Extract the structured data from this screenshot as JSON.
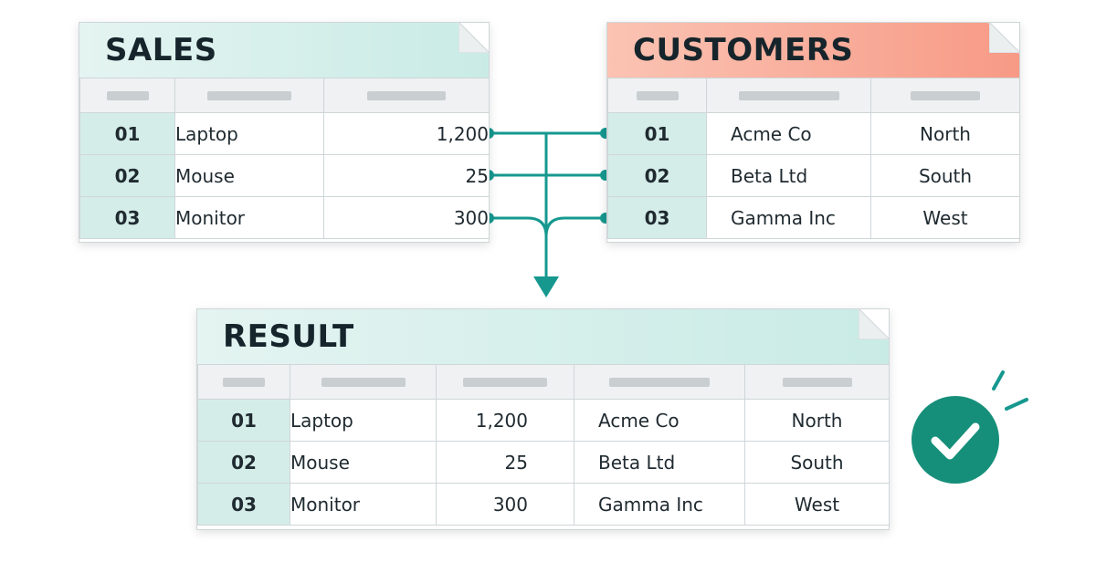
{
  "tables": {
    "sales": {
      "title": "SALES",
      "rows": [
        {
          "id": "01",
          "item": "Laptop",
          "amount": "1,200"
        },
        {
          "id": "02",
          "item": "Mouse",
          "amount": "25"
        },
        {
          "id": "03",
          "item": "Monitor",
          "amount": "300"
        }
      ]
    },
    "customers": {
      "title": "CUSTOMERS",
      "rows": [
        {
          "id": "01",
          "name": "Acme Co",
          "region": "North"
        },
        {
          "id": "02",
          "name": "Beta Ltd",
          "region": "South"
        },
        {
          "id": "03",
          "name": "Gamma Inc",
          "region": "West"
        }
      ]
    },
    "result": {
      "title": "RESULT",
      "rows": [
        {
          "id": "01",
          "item": "Laptop",
          "amount": "1,200",
          "name": "Acme Co",
          "region": "North"
        },
        {
          "id": "02",
          "item": "Mouse",
          "amount": "25",
          "name": "Beta Ltd",
          "region": "South"
        },
        {
          "id": "03",
          "item": "Monitor",
          "amount": "300",
          "name": "Gamma Inc",
          "region": "West"
        }
      ]
    }
  },
  "colors": {
    "teal_header": "#d6efec",
    "salmon_header": "#f6a08c",
    "id_column": "#d5ede9",
    "connector": "#16988f",
    "success": "#168f7a"
  },
  "icons": {
    "success": "check-circle-icon",
    "arrow": "arrow-down-icon"
  }
}
